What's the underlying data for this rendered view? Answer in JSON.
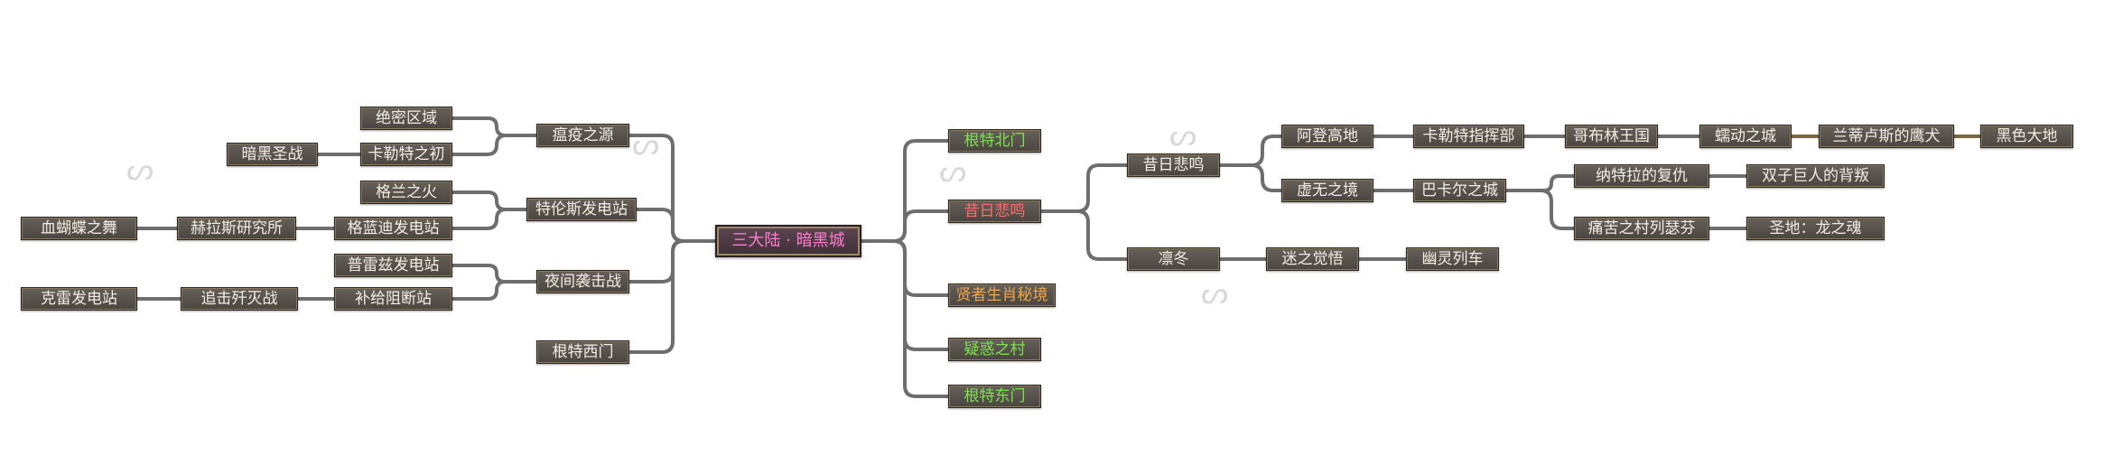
{
  "colors": {
    "node_text": "#f2ece2",
    "green": "#7be34a",
    "orange": "#f0a64a",
    "red": "#ff6a6a",
    "root_text": "#ff7ad0",
    "link": "#6e6e6e",
    "link_brown": "#7a6a3a"
  },
  "root": {
    "label": "三大陆 · 暗黑城",
    "color": "root"
  },
  "nodes": [
    {
      "id": "n1",
      "label": "绝密区域"
    },
    {
      "id": "n2",
      "label": "暗黑圣战"
    },
    {
      "id": "n3",
      "label": "卡勒特之初"
    },
    {
      "id": "n4",
      "label": "瘟疫之源"
    },
    {
      "id": "n5",
      "label": "格兰之火"
    },
    {
      "id": "n6",
      "label": "血蝴蝶之舞"
    },
    {
      "id": "n7",
      "label": "赫拉斯研究所"
    },
    {
      "id": "n8",
      "label": "格蓝迪发电站"
    },
    {
      "id": "n9",
      "label": "特伦斯发电站"
    },
    {
      "id": "n10",
      "label": "普雷兹发电站"
    },
    {
      "id": "n11",
      "label": "克雷发电站"
    },
    {
      "id": "n12",
      "label": "追击歼灭战"
    },
    {
      "id": "n13",
      "label": "补给阻断站"
    },
    {
      "id": "n14",
      "label": "夜间袭击战"
    },
    {
      "id": "n15",
      "label": "根特西门"
    },
    {
      "id": "n16",
      "label": "根特北门",
      "color": "green"
    },
    {
      "id": "n17",
      "label": "昔日悲鸣",
      "color": "red"
    },
    {
      "id": "n18",
      "label": "贤者生肖秘境",
      "color": "orange"
    },
    {
      "id": "n19",
      "label": "疑惑之村",
      "color": "green"
    },
    {
      "id": "n20",
      "label": "根特东门",
      "color": "green"
    },
    {
      "id": "n21",
      "label": "昔日悲鸣"
    },
    {
      "id": "n22",
      "label": "凛冬"
    },
    {
      "id": "n23",
      "label": "阿登高地"
    },
    {
      "id": "n24",
      "label": "卡勒特指挥部"
    },
    {
      "id": "n25",
      "label": "哥布林王国"
    },
    {
      "id": "n26",
      "label": "蠕动之城"
    },
    {
      "id": "n27",
      "label": "兰蒂卢斯的鹰犬"
    },
    {
      "id": "n28",
      "label": "黑色大地"
    },
    {
      "id": "n29",
      "label": "虚无之境"
    },
    {
      "id": "n30",
      "label": "巴卡尔之城"
    },
    {
      "id": "n31",
      "label": "纳特拉的复仇"
    },
    {
      "id": "n32",
      "label": "双子巨人的背叛"
    },
    {
      "id": "n33",
      "label": "痛苦之村列瑟芬"
    },
    {
      "id": "n34",
      "label": "圣地：龙之魂"
    },
    {
      "id": "n35",
      "label": "迷之觉悟"
    },
    {
      "id": "n36",
      "label": "幽灵列车"
    }
  ]
}
